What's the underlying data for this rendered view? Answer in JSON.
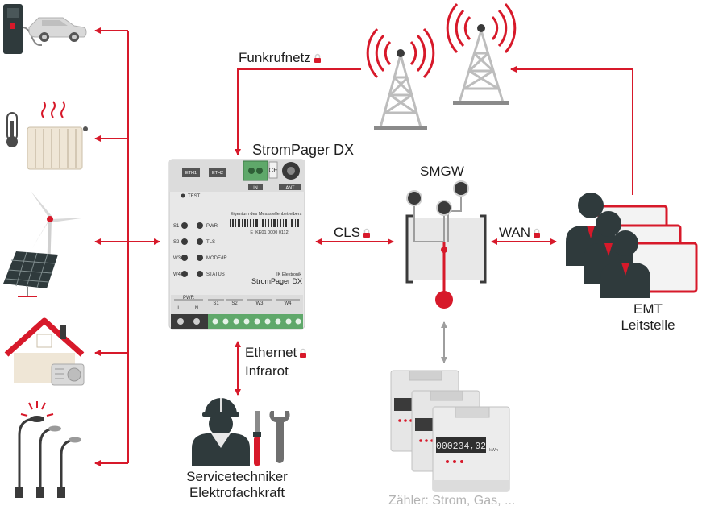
{
  "labels": {
    "funkrufnetz": "Funkrufnetz",
    "strompager": "StromPager DX",
    "smgw": "SMGW",
    "cls": "CLS",
    "wan": "WAN",
    "emt_line1": "EMT",
    "emt_line2": "Leitstelle",
    "ethernet": "Ethernet",
    "infrarot": "Infrarot",
    "service_line1": "Servicetechniker",
    "service_line2": "Elektrofachkraft",
    "zaehler": "Zähler: Strom, Gas, ..."
  },
  "device": {
    "port_eth1": "ETH1",
    "port_eth2": "ETH2",
    "port_in": "IN",
    "port_ant": "ANT",
    "test": "TEST",
    "leds_left": [
      "S1",
      "S2",
      "W3",
      "W4"
    ],
    "leds_right": [
      "PWR",
      "TLS",
      "MODE/IR",
      "STATUS"
    ],
    "owner": "Eigentum des Messstellenbetreibers",
    "serial": "E IKE01 0000 0112",
    "maker": "IK Elektronik",
    "model": "StromPager DX",
    "bottom_pwr": "PWR",
    "bottom_l": "L",
    "bottom_n": "N",
    "bottom_s1": "S1",
    "bottom_s2": "S2",
    "bottom_w3": "W3",
    "bottom_w4": "W4"
  },
  "meter": {
    "reading": "000234,02",
    "unit": "kWh"
  },
  "colors": {
    "accent": "#d7192a",
    "arrow_grey": "#9e9e9e",
    "device_body": "#e8e8e8",
    "terminal_green": "#5fa86a"
  }
}
